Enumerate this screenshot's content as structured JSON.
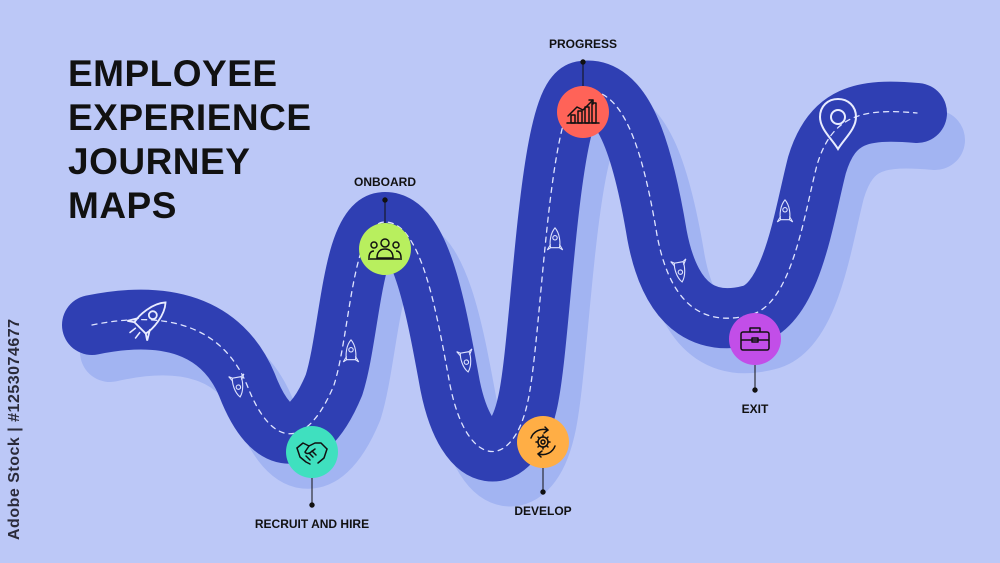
{
  "title": {
    "line1": "EMPLOYEE",
    "line2": "EXPERIENCE",
    "line3": "JOURNEY",
    "line4": "MAPS"
  },
  "stages": [
    {
      "label": "RECRUIT AND HIRE",
      "icon": "handshake-icon",
      "color": "#3fe0bf"
    },
    {
      "label": "ONBOARD",
      "icon": "team-icon",
      "color": "#b8ef5e"
    },
    {
      "label": "DEVELOP",
      "icon": "gear-cycle-icon",
      "color": "#ffae45"
    },
    {
      "label": "PROGRESS",
      "icon": "growth-chart-icon",
      "color": "#ff6358"
    },
    {
      "label": "EXIT",
      "icon": "briefcase-icon",
      "color": "#c24ee8"
    }
  ],
  "colors": {
    "background": "#bcc8f7",
    "road": "#2f3fb3",
    "road_shadow": "#a2b4f2",
    "dash": "#dfe4ff"
  },
  "decorations": {
    "start_icon": "rocket-icon",
    "end_icon": "location-pin-icon",
    "path_markers": "rocket-icon"
  },
  "side_text": "Adobe Stock | #1253074677"
}
